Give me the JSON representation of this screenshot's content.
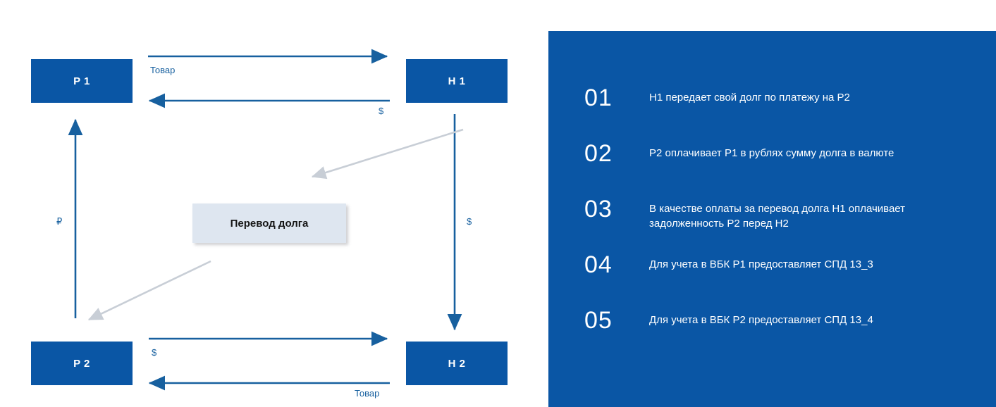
{
  "diagram": {
    "nodes": [
      {
        "id": "p1",
        "label": "P 1"
      },
      {
        "id": "h1",
        "label": "H 1"
      },
      {
        "id": "p2",
        "label": "P 2"
      },
      {
        "id": "h2",
        "label": "H 2"
      }
    ],
    "center_box": {
      "label": "Перевод долга"
    },
    "edge_labels": {
      "top_goods": "Товар",
      "top_currency": "$",
      "bottom_currency": "$",
      "bottom_goods": "Товар",
      "left_ruble": "₽",
      "right_currency": "$"
    },
    "colors": {
      "node_blue": "#0A56A5",
      "arrow_blue": "#17609F",
      "gray_arrow": "#C8CED6",
      "center_box_fill": "#DEE6F0",
      "panel_blue": "#0A56A5"
    }
  },
  "steps_panel": {
    "items": [
      {
        "number": "01",
        "text": "H1 передает свой долг по платежу на P2"
      },
      {
        "number": "02",
        "text": "P2 оплачивает P1 в рублях сумму долга в валюте"
      },
      {
        "number": "03",
        "text": "В качестве оплаты за перевод долга H1 оплачивает задолженность P2 перед H2"
      },
      {
        "number": "04",
        "text": "Для учета в ВБК P1 предоставляет СПД 13_3"
      },
      {
        "number": "05",
        "text": "Для учета в ВБК P2 предоставляет СПД 13_4"
      }
    ]
  }
}
